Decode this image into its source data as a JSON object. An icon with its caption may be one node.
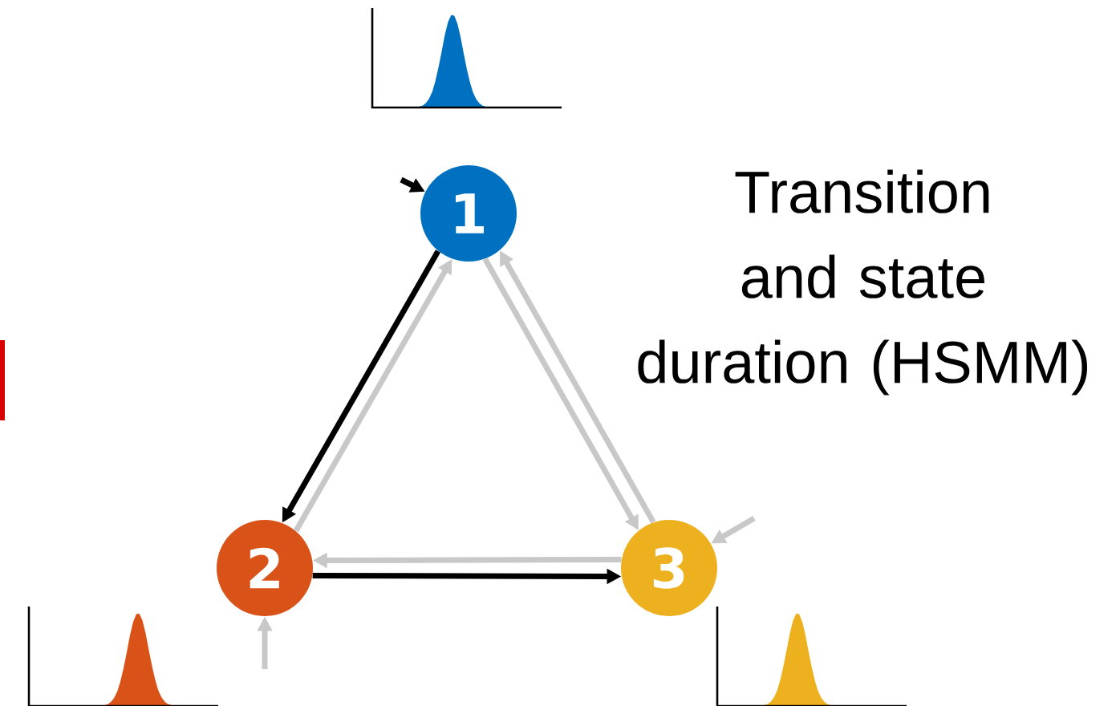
{
  "diagram": {
    "nodes": [
      {
        "text": [
          "1"
        ]
      },
      {
        "text": [
          "2"
        ]
      },
      {
        "text": [
          "3"
        ]
      }
    ],
    "edges": [
      {
        "from": null,
        "to": 0,
        "arrow": "to",
        "color": "#000000"
      },
      {
        "from": 0,
        "to": 1,
        "arrow": "to",
        "color": "#000000"
      },
      {
        "from": 1,
        "to": 2,
        "arrow": "to",
        "color": "#000000"
      },
      {
        "from": 1,
        "to": 0,
        "arrow": "to"
      },
      {
        "from": 0,
        "to": 2,
        "arrow": "to"
      },
      {
        "from": 2,
        "to": 0,
        "arrow": "to"
      },
      {
        "from": 2,
        "to": 1,
        "arrow": "to"
      },
      {
        "from": null,
        "to": 2,
        "arrow": "to"
      },
      {
        "from": null,
        "to": 1,
        "arrow": "to"
      }
    ],
    "labels": [
      "Transition and state duration (HSMM)"
    ]
  }
}
